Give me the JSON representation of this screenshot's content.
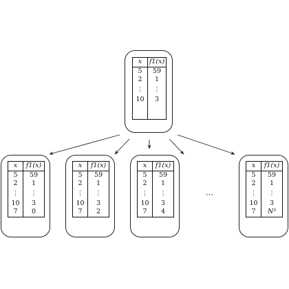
{
  "root": {
    "header": [
      "x",
      "f1(x)"
    ],
    "rows": [
      [
        "5",
        "59"
      ],
      [
        "2",
        "1"
      ],
      [
        "⋮",
        "⋮"
      ],
      [
        "10",
        "3"
      ]
    ]
  },
  "children": [
    {
      "header": [
        "x",
        "f1(x)"
      ],
      "rows": [
        [
          "5",
          "59"
        ],
        [
          "2",
          "1"
        ],
        [
          "⋮",
          "⋮"
        ],
        [
          "10",
          "3"
        ],
        [
          "7",
          "0"
        ]
      ]
    },
    {
      "header": [
        "x",
        "f1(x)"
      ],
      "rows": [
        [
          "5",
          "59"
        ],
        [
          "2",
          "1"
        ],
        [
          "⋮",
          "⋮"
        ],
        [
          "10",
          "3"
        ],
        [
          "7",
          "2"
        ]
      ]
    },
    {
      "header": [
        "x",
        "f1(x)"
      ],
      "rows": [
        [
          "5",
          "59"
        ],
        [
          "2",
          "1"
        ],
        [
          "⋮",
          "⋮"
        ],
        [
          "10",
          "3"
        ],
        [
          "7",
          "4"
        ]
      ]
    },
    {
      "header": [
        "x",
        "f1(x)"
      ],
      "rows": [
        [
          "5",
          "59"
        ],
        [
          "2",
          "1"
        ],
        [
          "⋮",
          "⋮"
        ],
        [
          "10",
          "3"
        ],
        [
          "7",
          "N³"
        ]
      ]
    }
  ],
  "ellipsis": "⋯"
}
